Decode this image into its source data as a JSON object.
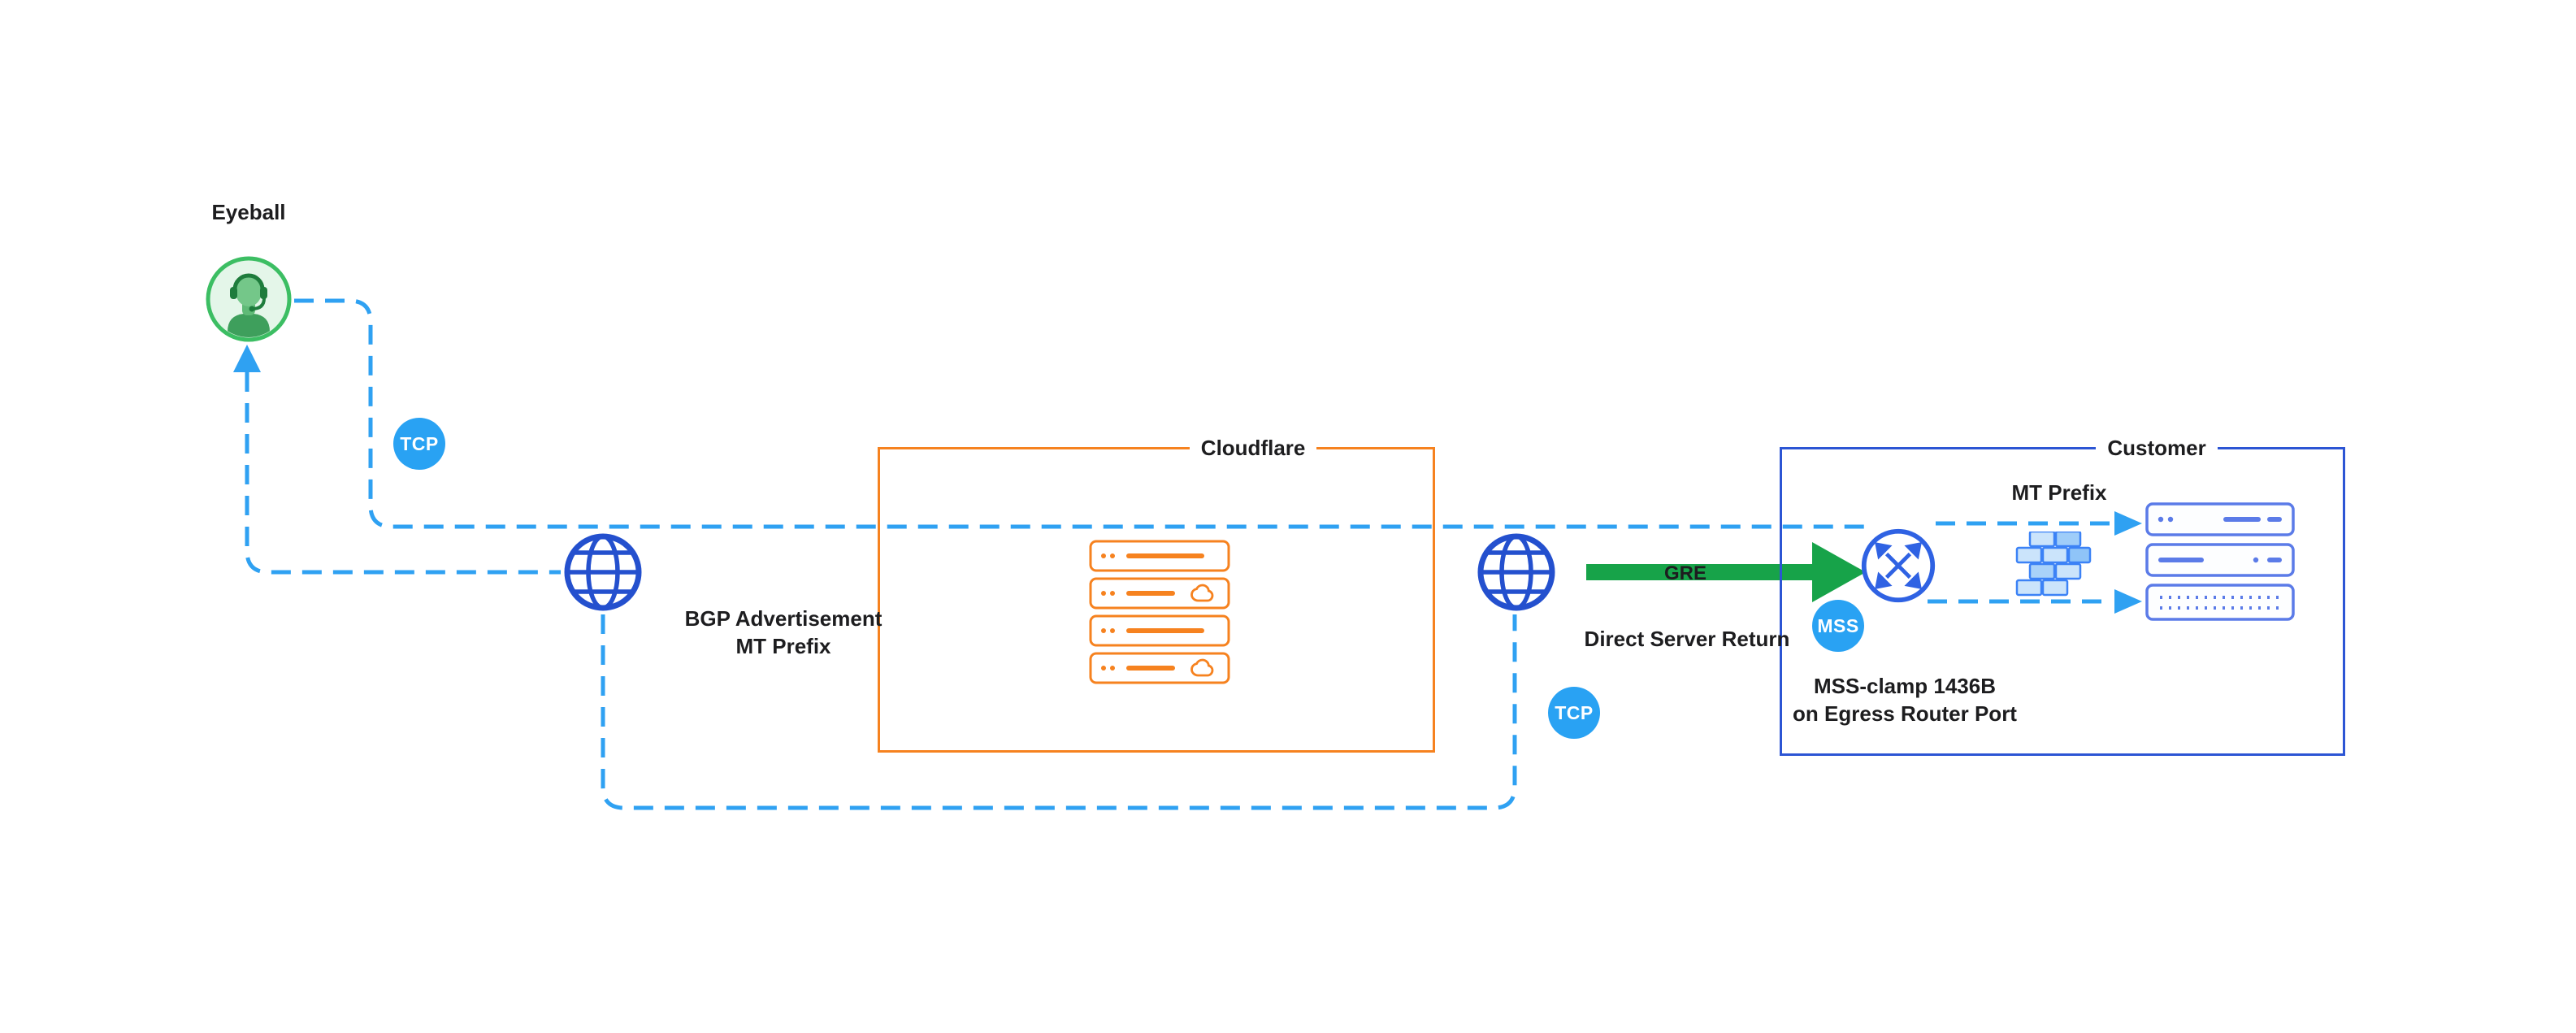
{
  "eyeball": {
    "label": "Eyeball",
    "icon": "person-headset-icon"
  },
  "badges": {
    "tcp_upper": "TCP",
    "tcp_lower": "TCP",
    "mss": "MSS"
  },
  "cloudflare": {
    "title": "Cloudflare",
    "icon": "server-stack-icon"
  },
  "customer": {
    "title": "Customer",
    "mt_prefix": "MT Prefix",
    "mss_clamp_line1": "MSS-clamp 1436B",
    "mss_clamp_line2": "on Egress Router Port",
    "icons": [
      "router-icon",
      "firewall-icon",
      "server-stack-icon"
    ]
  },
  "labels": {
    "bgp_line1": "BGP Advertisement",
    "bgp_line2": "MT Prefix",
    "gre": "GRE",
    "direct_server_return": "Direct Server Return"
  },
  "icons": [
    "person-headset-icon",
    "globe-icon",
    "server-stack-icon",
    "router-icon",
    "firewall-icon",
    "cloud-icon",
    "up-arrow-icon",
    "right-arrow-icon"
  ],
  "colors": {
    "line_blue": "#2FA1F2",
    "badge_blue": "#29A2F3",
    "globe_blue": "#2450CE",
    "router_blue": "#2F62E3",
    "customer_border_blue": "#2C55D4",
    "cloudflare_orange": "#F6821F",
    "server_blue": "#5B7BE8",
    "firewall_blue": "#3C82F6",
    "arrow_green": "#17A349",
    "eyeball_green": "#3CBE63",
    "text": "#1D1D1F",
    "background": "#FFFFFF"
  }
}
